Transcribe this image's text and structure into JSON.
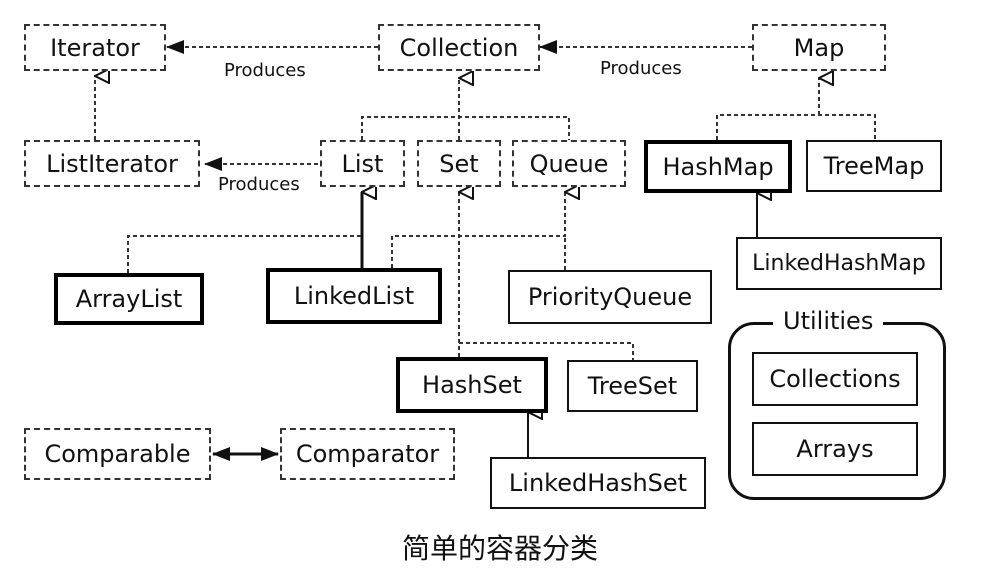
{
  "nodes": {
    "iterator": "Iterator",
    "collection": "Collection",
    "map": "Map",
    "list_iterator": "ListIterator",
    "list": "List",
    "set": "Set",
    "queue": "Queue",
    "hash_map": "HashMap",
    "tree_map": "TreeMap",
    "linked_hash_map": "LinkedHashMap",
    "array_list": "ArrayList",
    "linked_list": "LinkedList",
    "priority_queue": "PriorityQueue",
    "hash_set": "HashSet",
    "tree_set": "TreeSet",
    "linked_hash_set": "LinkedHashSet",
    "comparable": "Comparable",
    "comparator": "Comparator",
    "collections": "Collections",
    "arrays": "Arrays"
  },
  "edge_labels": {
    "collection_produces_iterator": "Produces",
    "map_produces_collection": "Produces",
    "list_produces_list_iterator": "Produces"
  },
  "groups": {
    "utilities_title": "Utilities"
  },
  "caption": "简单的容器分类"
}
